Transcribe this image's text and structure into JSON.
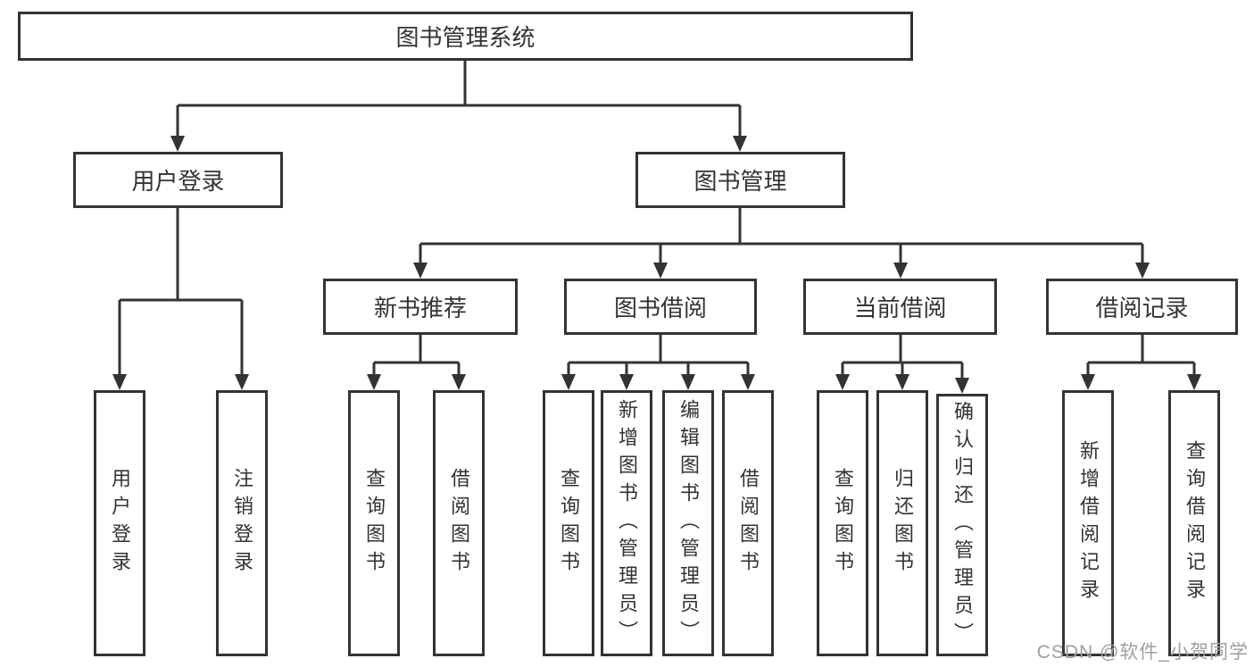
{
  "watermark": "CSDN @软件_小贺同学",
  "colors": {
    "line": "#333333",
    "text": "#333333",
    "watermark_text": "#9e9e9e",
    "background": "#ffffff"
  },
  "tree": {
    "label": "图书管理系统",
    "children": [
      {
        "label": "用户登录",
        "children": [
          {
            "label": "用户登录"
          },
          {
            "label": "注销登录"
          }
        ]
      },
      {
        "label": "图书管理",
        "children": [
          {
            "label": "新书推荐",
            "children": [
              {
                "label": "查询图书"
              },
              {
                "label": "借阅图书"
              }
            ]
          },
          {
            "label": "图书借阅",
            "children": [
              {
                "label": "查询图书"
              },
              {
                "label": "新增图书（管理员）"
              },
              {
                "label": "编辑图书（管理员）"
              },
              {
                "label": "借阅图书"
              }
            ]
          },
          {
            "label": "当前借阅",
            "children": [
              {
                "label": "查询图书"
              },
              {
                "label": "归还图书"
              },
              {
                "label": "确认归还（管理员）"
              }
            ]
          },
          {
            "label": "借阅记录",
            "children": [
              {
                "label": "新增借阅记录"
              },
              {
                "label": "查询借阅记录"
              }
            ]
          }
        ]
      }
    ]
  }
}
